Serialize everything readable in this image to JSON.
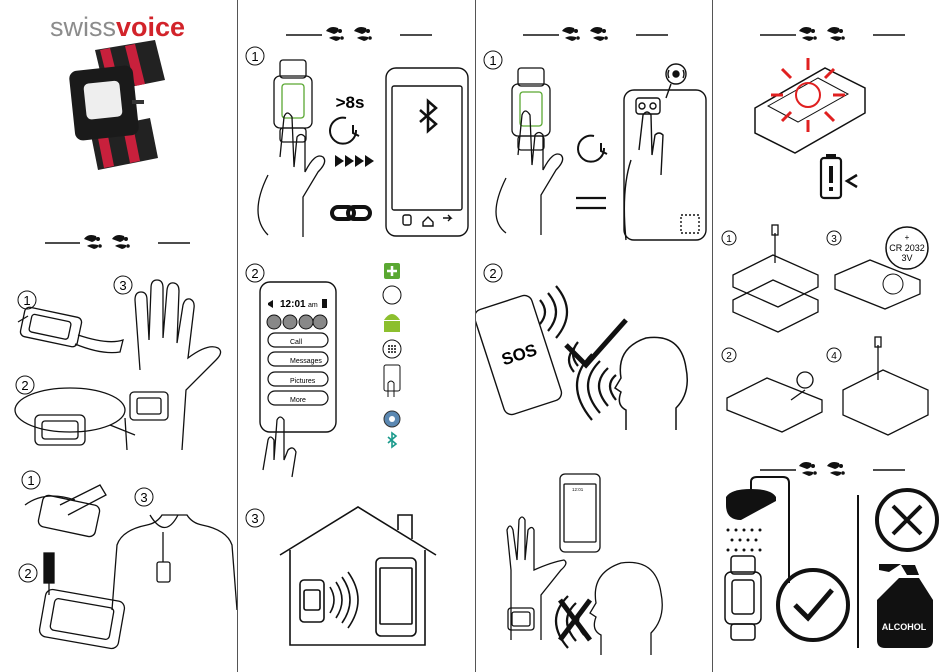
{
  "brand": {
    "part1": "swiss",
    "part2": "voice",
    "accent": "#d2232a",
    "grey": "#8c8c8c"
  },
  "steps": {
    "s1": "1",
    "s2": "2",
    "s3": "3",
    "s4": "4"
  },
  "pairing": {
    "hold_time": ">8s"
  },
  "phone_screen": {
    "time": "12:01",
    "ampm": "am",
    "buttons": [
      "Call",
      "Messages",
      "Pictures",
      "More"
    ]
  },
  "sos": {
    "label": "SOS"
  },
  "battery": {
    "model": "CR 2032",
    "voltage": "3V",
    "plus": "+"
  },
  "cleaning": {
    "alcohol_label": "ALCOHOL"
  },
  "colors": {
    "ok_green": "#5aa832",
    "android_green": "#8cbf2e",
    "bt_teal": "#1a9a8c",
    "alert_red": "#e02020"
  }
}
